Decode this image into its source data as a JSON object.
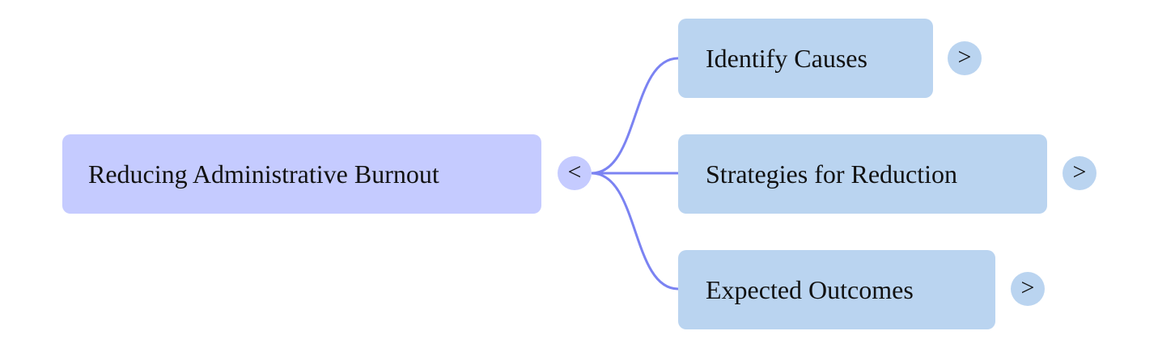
{
  "colors": {
    "root_fill": "#c5cbff",
    "child_fill": "#bad4f0",
    "connector": "#7b83f2",
    "root_toggle_fill": "#c5cbff",
    "child_toggle_fill": "#bad4f0"
  },
  "root": {
    "label": "Reducing Administrative Burnout",
    "toggle_glyph": "<",
    "toggle_icon": "collapse-icon"
  },
  "children": [
    {
      "label": "Identify Causes",
      "toggle_glyph": ">",
      "toggle_icon": "expand-icon"
    },
    {
      "label": "Strategies for Reduction",
      "toggle_glyph": ">",
      "toggle_icon": "expand-icon"
    },
    {
      "label": "Expected Outcomes",
      "toggle_glyph": ">",
      "toggle_icon": "expand-icon"
    }
  ]
}
